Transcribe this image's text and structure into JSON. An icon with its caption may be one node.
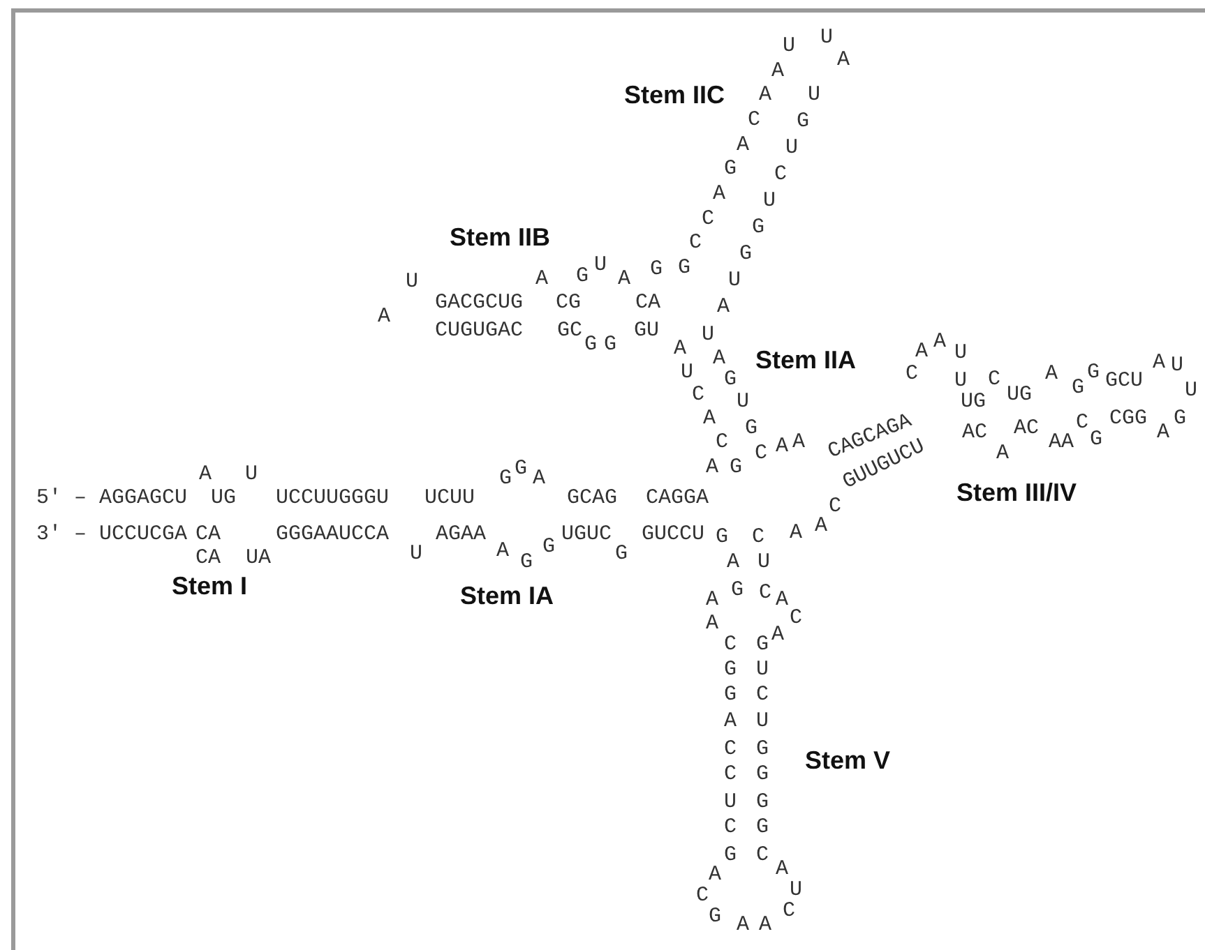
{
  "diagram": {
    "labels": [
      "Stem IIC",
      "U",
      "U",
      "A",
      "A",
      "U",
      "A",
      "G",
      "C",
      "U",
      "A",
      "C",
      "G",
      "U",
      "A",
      "G",
      "C",
      "Stem IIB",
      "C",
      "G",
      "U",
      "G",
      "G",
      "G",
      "A",
      "A",
      "U",
      "U",
      "GACGCUG",
      "CG",
      "CA",
      "A",
      "A",
      "CUGUGAC",
      "GC",
      "GU",
      "U",
      "G",
      "G",
      "A",
      "A",
      "A",
      "U",
      "A",
      "Stem IIA",
      "A",
      "U",
      "G",
      "U",
      "C",
      "A",
      "G",
      "C",
      "U",
      "GCU",
      "G",
      "U",
      "C",
      "UG",
      "U",
      "UG",
      "A",
      "CGG",
      "G",
      "C",
      "G",
      "AC",
      "AC",
      "A",
      "CAGCAGA",
      "G",
      "C",
      "AA",
      "A",
      "A",
      "A",
      "C",
      "GUUGUCU",
      "A",
      "G",
      "A",
      "U",
      "G",
      "G",
      "A",
      "Stem III/IV",
      "5′ – AGGAGCU",
      "UG",
      "UCCUUGGGU",
      "UCUU",
      "GCAG",
      "CAGGA",
      "C",
      "A",
      "A",
      "3′ – UCCUCGA",
      "CA",
      "GGGAAUCCA",
      "AGAA",
      "UGUC",
      "GUCCU",
      "G",
      "C",
      "G",
      "A",
      "U",
      "G",
      "CA",
      "UA",
      "G",
      "A",
      "U",
      "Stem I",
      "G",
      "C",
      "Stem IA",
      "A",
      "A",
      "C",
      "A",
      "A",
      "C",
      "G",
      "G",
      "U",
      "G",
      "C",
      "A",
      "U",
      "C",
      "G",
      "Stem V",
      "C",
      "G",
      "U",
      "G",
      "C",
      "G",
      "G",
      "C",
      "A",
      "A",
      "U",
      "C",
      "C",
      "G",
      "A",
      "A"
    ]
  }
}
